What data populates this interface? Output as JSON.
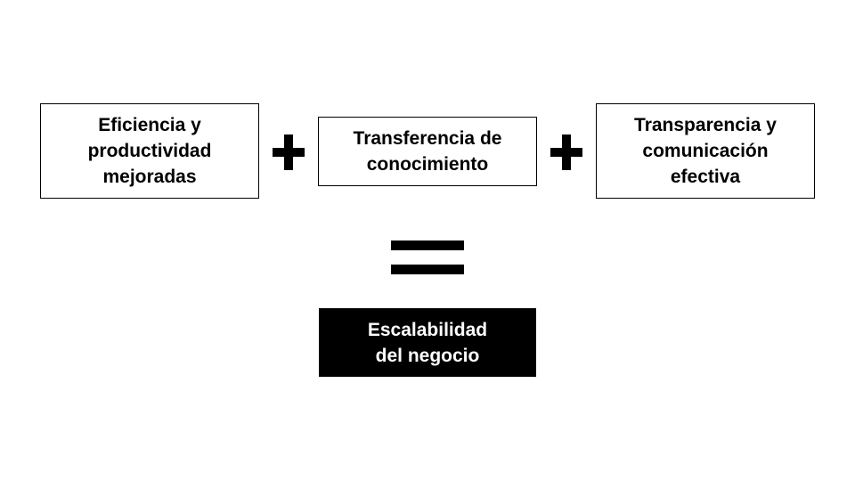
{
  "diagram": {
    "inputs": [
      {
        "label": "Eficiencia y\nproductividad\nmejoradas"
      },
      {
        "label": "Transferencia de\nconocimiento"
      },
      {
        "label": "Transparencia y\ncomunicación\nefectiva"
      }
    ],
    "operators": {
      "plus_icon": "plus-icon",
      "equals_icon": "equals-icon"
    },
    "result": {
      "label": "Escalabilidad\ndel negocio"
    },
    "colors": {
      "background": "#ffffff",
      "box_border": "#000000",
      "result_fill": "#000000",
      "result_text": "#ffffff",
      "operator": "#000000"
    }
  }
}
